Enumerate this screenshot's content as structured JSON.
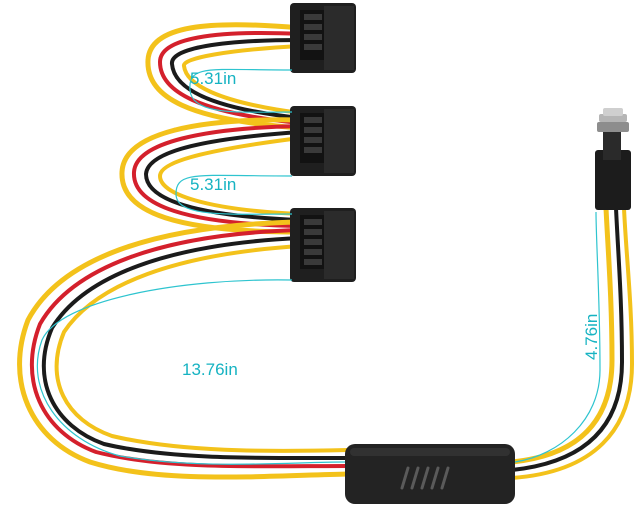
{
  "product": {
    "dimensions": [
      {
        "label": "5.31in"
      },
      {
        "label": "5.31in"
      },
      {
        "label": "13.76in"
      },
      {
        "label": "4.76in"
      }
    ]
  },
  "colors": {
    "background": "#ffffff",
    "wire_yellow": "#f3c21b",
    "wire_red": "#d4202c",
    "wire_black": "#1b1b1b",
    "connector_body": "#232323",
    "dimension_line": "#2ec4cf",
    "dimension_text": "#16b3c2"
  }
}
